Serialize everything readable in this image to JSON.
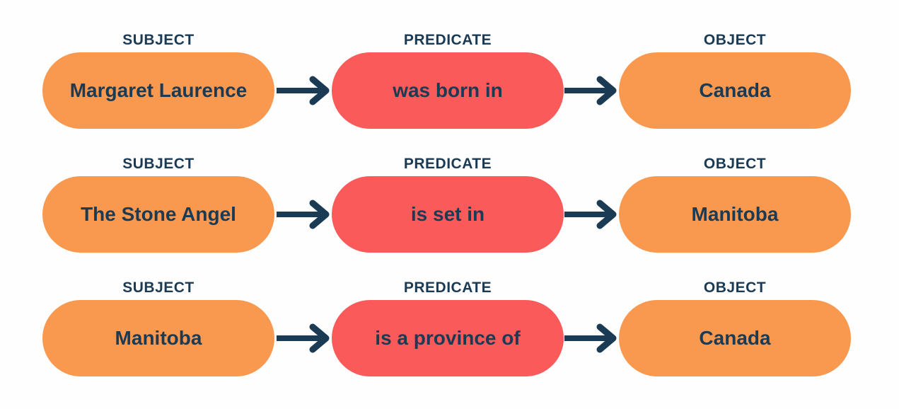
{
  "diagram": {
    "headers": {
      "subject": "SUBJECT",
      "predicate": "PREDICATE",
      "object": "OBJECT"
    },
    "rows": [
      {
        "subject": "Margaret Laurence",
        "predicate": "was born in",
        "object": "Canada"
      },
      {
        "subject": "The Stone Angel",
        "predicate": "is set in",
        "object": "Manitoba"
      },
      {
        "subject": "Manitoba",
        "predicate": "is a province of",
        "object": "Canada"
      }
    ],
    "colors": {
      "entity_pill": "#F99950",
      "predicate_pill": "#FA5A5A",
      "text": "#1B3A54",
      "arrow": "#1B3A54",
      "background": "#FEFEFE"
    },
    "icons": {
      "arrow": "arrow-right"
    }
  }
}
